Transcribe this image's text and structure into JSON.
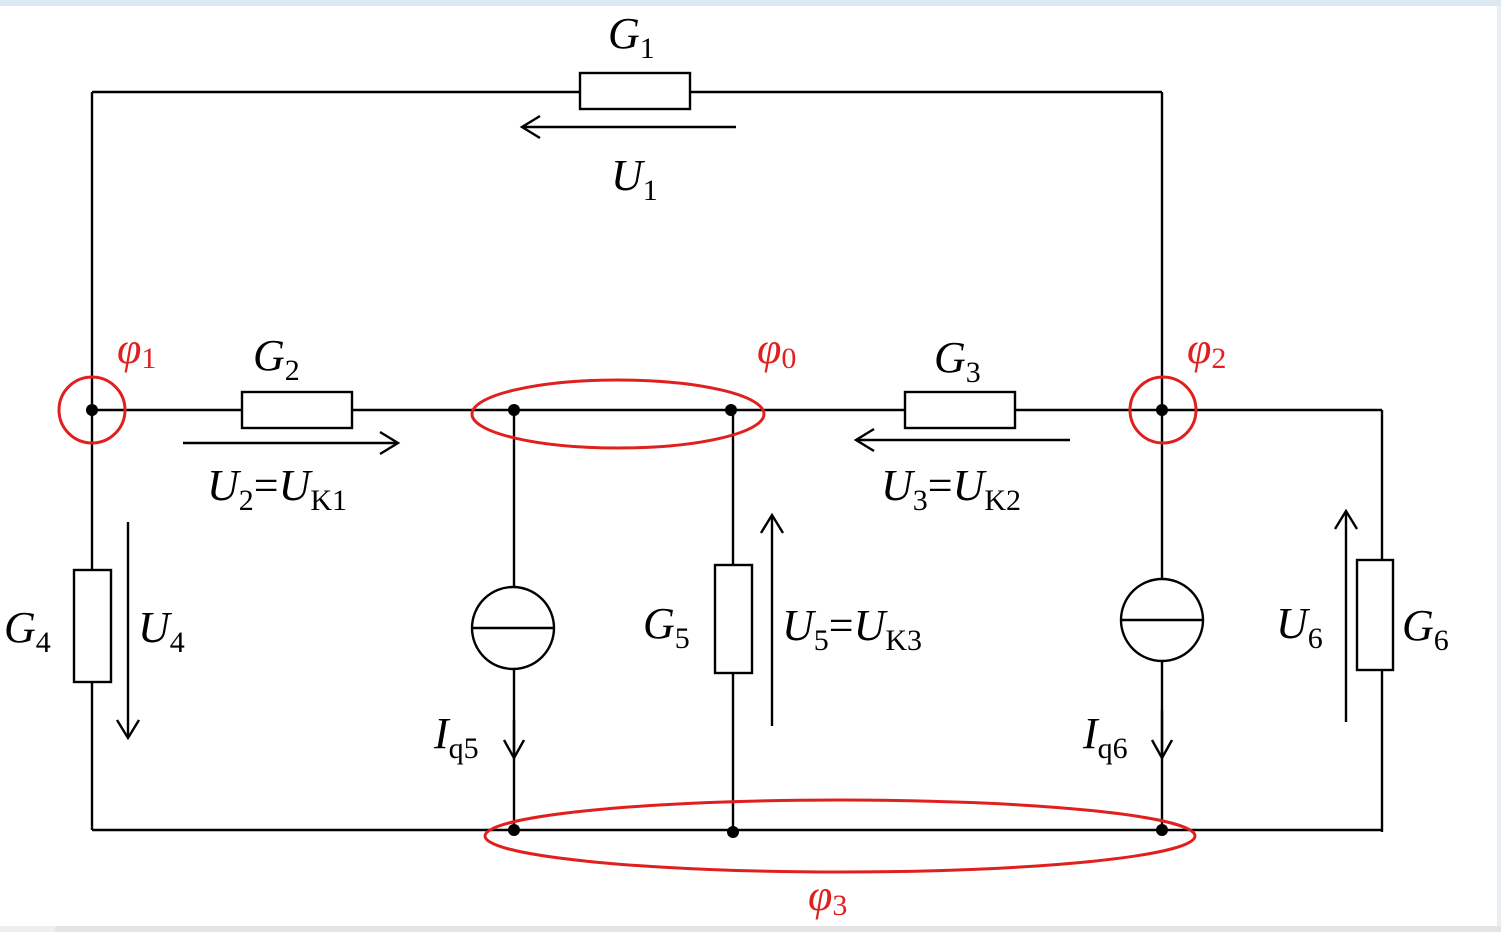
{
  "diagram": {
    "conductances": {
      "g1": {
        "sym": "G",
        "sub": "1"
      },
      "g2": {
        "sym": "G",
        "sub": "2"
      },
      "g3": {
        "sym": "G",
        "sub": "3"
      },
      "g4": {
        "sym": "G",
        "sub": "4"
      },
      "g5": {
        "sym": "G",
        "sub": "5"
      },
      "g6": {
        "sym": "G",
        "sub": "6"
      }
    },
    "voltages": {
      "u1": {
        "sym": "U",
        "sub": "1"
      },
      "u2": {
        "sym": "U",
        "sub": "2",
        "eq": "=",
        "sym2": "U",
        "sub2": "K1"
      },
      "u3": {
        "sym": "U",
        "sub": "3",
        "eq": "=",
        "sym2": "U",
        "sub2": "K2"
      },
      "u4": {
        "sym": "U",
        "sub": "4"
      },
      "u5": {
        "sym": "U",
        "sub": "5",
        "eq": "=",
        "sym2": "U",
        "sub2": "K3"
      },
      "u6": {
        "sym": "U",
        "sub": "6"
      }
    },
    "currents": {
      "iq5": {
        "sym": "I",
        "sub": "q5"
      },
      "iq6": {
        "sym": "I",
        "sub": "q6"
      }
    },
    "potentials": {
      "phi0": {
        "sym": "φ",
        "sub": "0"
      },
      "phi1": {
        "sym": "φ",
        "sub": "1"
      },
      "phi2": {
        "sym": "φ",
        "sub": "2"
      },
      "phi3": {
        "sym": "φ",
        "sub": "3"
      }
    },
    "colors": {
      "highlight": "#e0201f",
      "wire": "#000000"
    }
  }
}
